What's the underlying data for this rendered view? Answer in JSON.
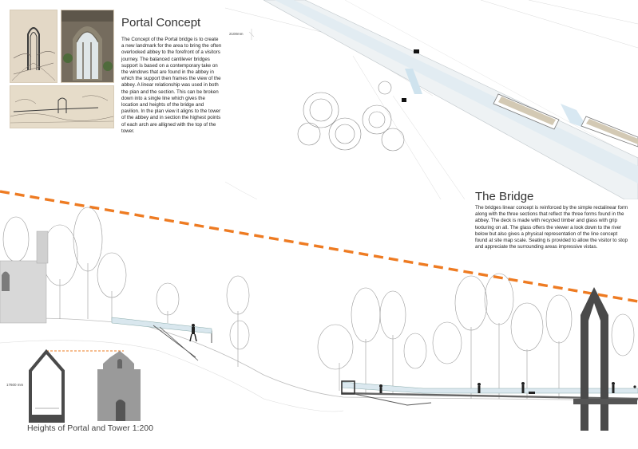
{
  "portal": {
    "title": "Portal Concept",
    "body": "The Concept of the Portal bridge is to create a new landmark for the area to bring the often overlooked abbey to the forefront of a visitors journey. The balanced cantilever bridges support is based on a contemporary take on the windows that are found in the abbey in which the support then frames the view of the abbey. A linear relationship was used in both the plan and the section. This can be broken down into a single line which gives the location and heights of the bridge and pavilion. In the plan view it aligns to the tower of the abbey and in section the highest points of each arch are alligned with the top of the tower."
  },
  "bridge": {
    "title": "The Bridge",
    "body": "The bridges linear concept is reinforced by the simple rectalinear form along with the three sections that reflect the three forms found in the abbey. The deck is made with recycled timber and glass with grip texturing on all. The glass offers the viewer a look down to the river below but also gives a physical representation of the line concept found at site map scale. Seating is provided to allow the visitor to stop and appreciate the surrounding areas impressive vistas."
  },
  "plan": {
    "dimension": "2100mm"
  },
  "heights": {
    "caption": "Heights of Portal and Tower 1:200",
    "dimension": "17600 mm"
  },
  "colors": {
    "accent_line": "#ee7b22",
    "structure": "#4a4a4a",
    "tower": "#9a9a9a"
  }
}
